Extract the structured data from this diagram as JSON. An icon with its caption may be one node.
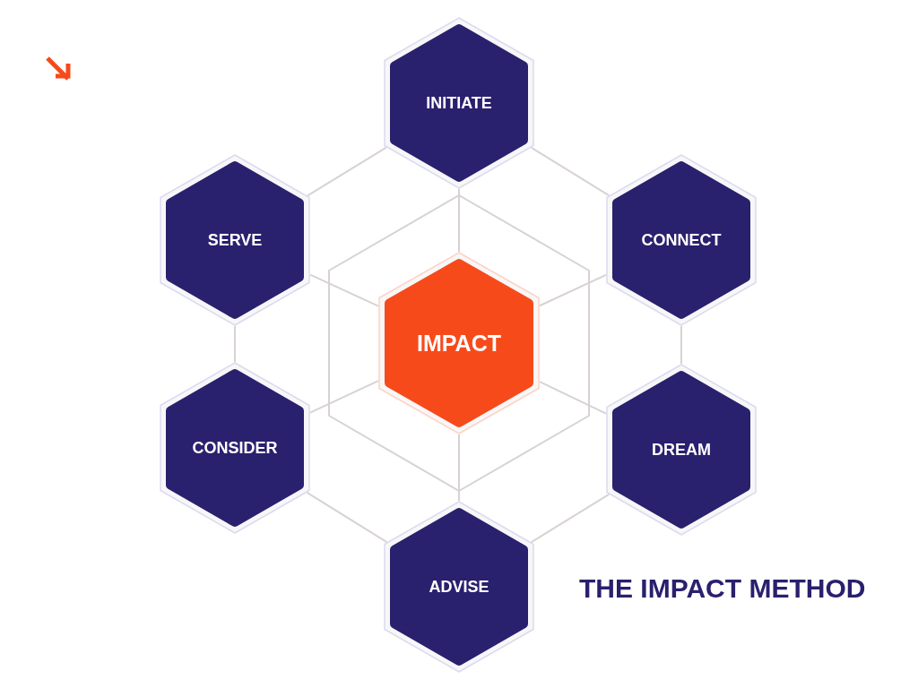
{
  "diagram": {
    "title": "THE IMPACT METHOD",
    "nodes": [
      {
        "text": [
          "INITIATE"
        ]
      },
      {
        "text": [
          "SERVE"
        ]
      },
      {
        "text": [
          "CONNECT"
        ]
      },
      {
        "text": [
          "IMPACT"
        ]
      },
      {
        "text": [
          "CONSIDER"
        ]
      },
      {
        "text": [
          "DREAM"
        ]
      },
      {
        "text": [
          "ADVISE"
        ]
      }
    ],
    "edges": [
      {
        "from": 3,
        "to": 0,
        "arrow": "none"
      },
      {
        "from": 3,
        "to": 1,
        "arrow": "none"
      },
      {
        "from": 3,
        "to": 2,
        "arrow": "none"
      },
      {
        "from": 3,
        "to": 4,
        "arrow": "none"
      },
      {
        "from": 3,
        "to": 5,
        "arrow": "none"
      },
      {
        "from": 3,
        "to": 6,
        "arrow": "none"
      },
      {
        "from": 0,
        "to": 2,
        "arrow": "none"
      },
      {
        "from": 2,
        "to": 5,
        "arrow": "none"
      },
      {
        "from": 5,
        "to": 6,
        "arrow": "none"
      },
      {
        "from": 6,
        "to": 4,
        "arrow": "none"
      },
      {
        "from": 4,
        "to": 1,
        "arrow": "none"
      },
      {
        "from": 1,
        "to": 0,
        "arrow": "none"
      }
    ]
  }
}
